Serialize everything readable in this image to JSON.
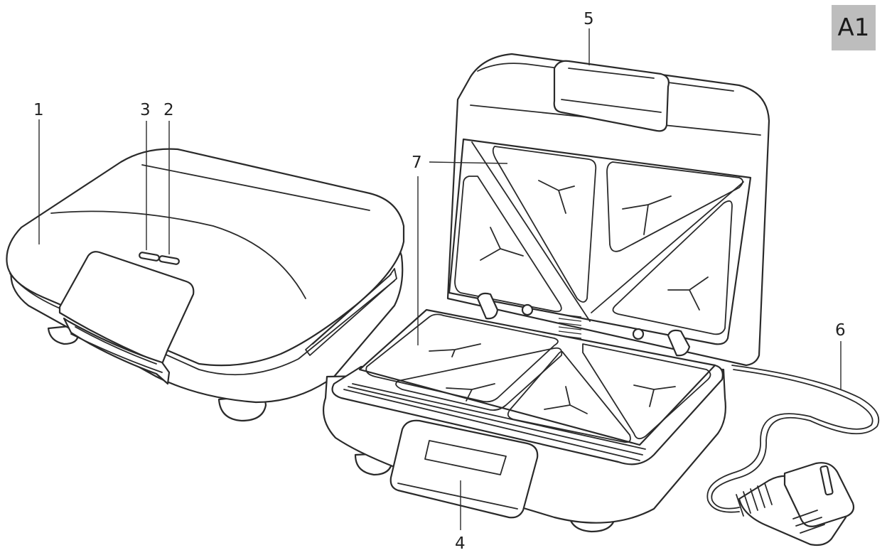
{
  "figure_id": "A1",
  "colors": {
    "badge_bg": "#bdbdbd",
    "line": "#2a2a2a",
    "background": "#ffffff"
  },
  "callouts": [
    {
      "id": "1",
      "text": "1"
    },
    {
      "id": "2",
      "text": "2"
    },
    {
      "id": "3",
      "text": "3"
    },
    {
      "id": "4",
      "text": "4"
    },
    {
      "id": "5",
      "text": "5"
    },
    {
      "id": "6",
      "text": "6"
    },
    {
      "id": "7",
      "text": "7"
    }
  ]
}
